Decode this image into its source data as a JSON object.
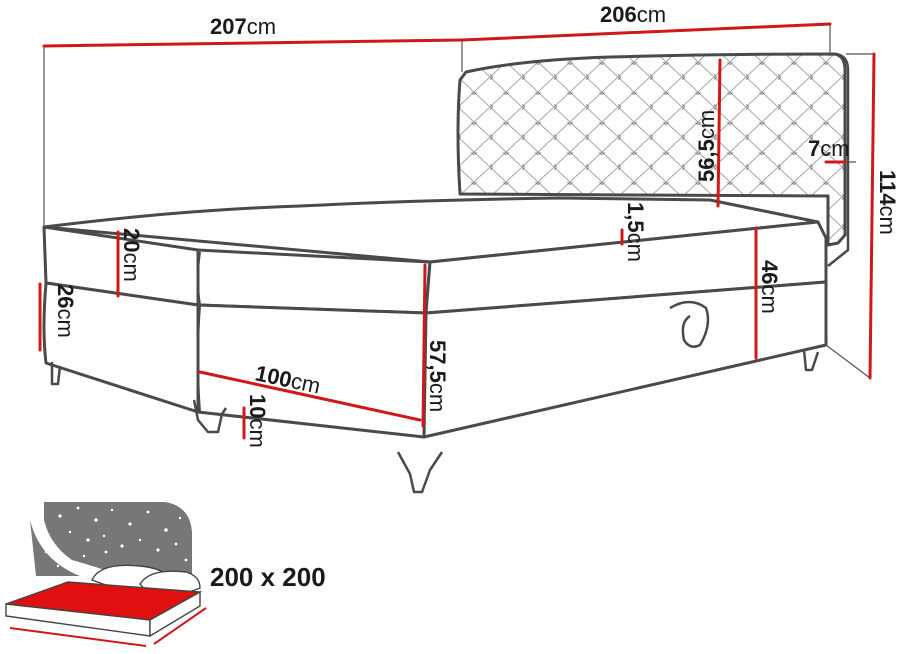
{
  "unit": "cm",
  "dimensions": {
    "total_length": "207",
    "headboard_width": "206",
    "total_height": "114",
    "headboard_height": "56,5",
    "headboard_thickness": "7",
    "topper_height": "20",
    "topper_clearance": "1,5",
    "base_height": "26",
    "base_width_segment": "100",
    "leg_height": "10",
    "base_total_height": "57,5",
    "side_height": "46"
  },
  "mattress_size": "200 x 200",
  "colors": {
    "dimension_line": "#d01818",
    "outline": "#4a4a4a",
    "mattress": "#e01010",
    "night_sky": "#777777"
  }
}
